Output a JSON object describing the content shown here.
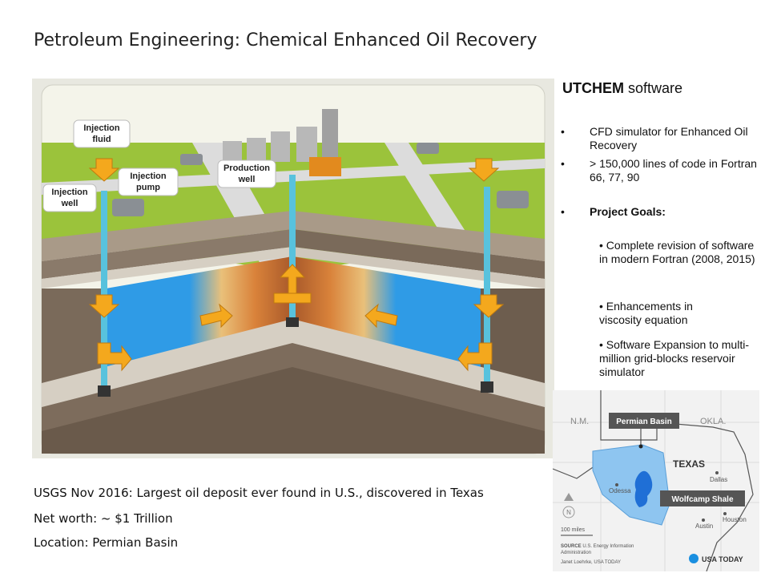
{
  "slide": {
    "title": "Petroleum Engineering: Chemical Enhanced Oil Recovery"
  },
  "diagram": {
    "labels": {
      "injection_fluid": [
        "Injection",
        "fluid"
      ],
      "injection_pump": [
        "Injection",
        "pump"
      ],
      "production_well": [
        "Production",
        "well"
      ],
      "injection_well": [
        "Injection",
        "well"
      ]
    },
    "colors": {
      "sky": "#f2f2e6",
      "grass": "#9bc33b",
      "road": "#d9d9d9",
      "earth": "#8a7a6a",
      "oil": "#b8652f",
      "water": "#2f9be6",
      "arrow": "#f4a81d",
      "pipe": "#58c2dd"
    }
  },
  "sidebar": {
    "title_bold": "UTCHEM",
    "title_rest": " software",
    "bullets": [
      "CFD simulator for Enhanced Oil Recovery",
      "> 150,000 lines of code in Fortran 66, 77, 90"
    ],
    "goals_label": "Project Goals:",
    "goals": [
      "• Complete revision of software in modern Fortran (2008, 2015)",
      "• Enhancements  in viscosity equation",
      "• Software Expansion to multi-million grid-blocks reservoir simulator"
    ],
    "bullet_glyph": "•"
  },
  "bottom_text": [
    "USGS Nov 2016: Largest oil deposit ever found in U.S., discovered in Texas",
    "Net worth: ~ $1 Trillion",
    "Location: Permian Basin"
  ],
  "map": {
    "state_labels": [
      "N.M.",
      "OKLA.",
      "TEXAS"
    ],
    "cities": [
      "Dallas",
      "Odessa",
      "Austin",
      "Houston"
    ],
    "callouts": [
      "Permian Basin",
      "Wolfcamp Shale"
    ],
    "north": "N",
    "scale": "100 miles",
    "source_bold": "SOURCE",
    "source_rest": " U.S. Energy Information",
    "source_line2": "Administration",
    "credit": "Janet Loehrke, USA TODAY",
    "brand": "USA TODAY",
    "colors": {
      "basin": "#8ec5f0",
      "shale": "#1f6fd6",
      "border": "#555555"
    }
  }
}
